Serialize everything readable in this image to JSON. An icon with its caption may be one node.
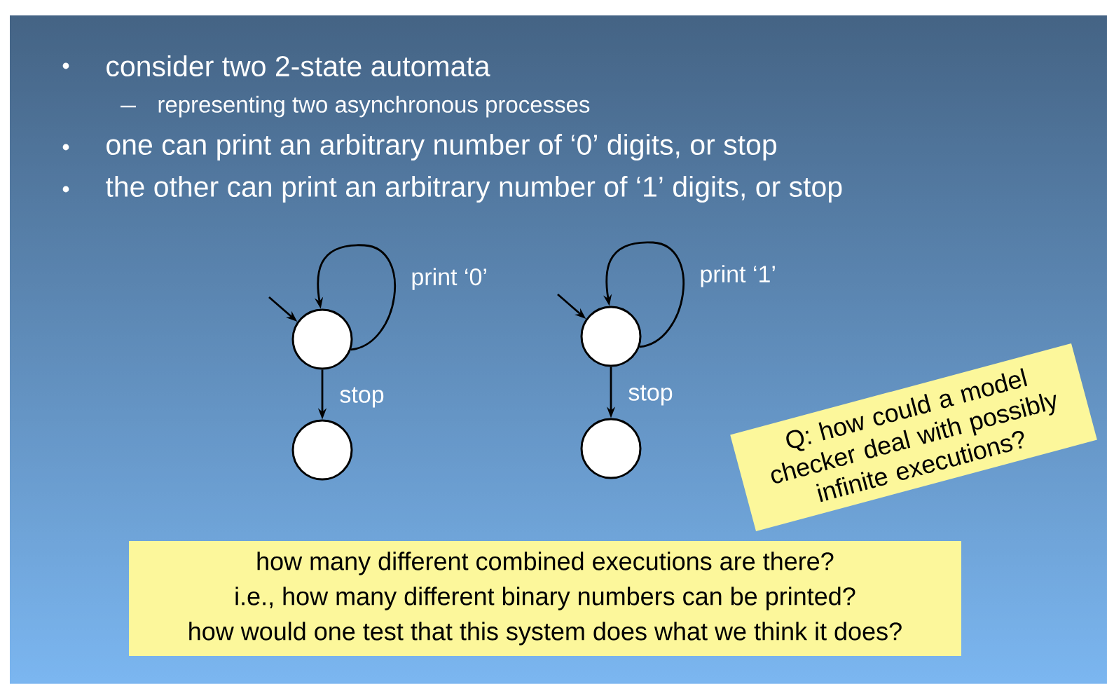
{
  "diagram": {
    "nodes": [
      {
        "text": [],
        "shape": "circle"
      },
      {
        "text": [],
        "shape": "circle"
      },
      {
        "text": [],
        "shape": "circle"
      },
      {
        "text": [],
        "shape": "circle"
      },
      {
        "text": [
          "Q: how could a model checker deal with possibly infinite executions?"
        ]
      },
      {
        "text": [
          "how many different combined executions are there?",
          "i.e., how many different binary numbers can be printed?",
          "how would one test that this system does what we think it does?"
        ]
      }
    ],
    "edges": [
      {
        "from": null,
        "to": 0,
        "arrow": "to"
      },
      {
        "from": 0,
        "to": 0,
        "arrow": "to",
        "label": "print ‘0’"
      },
      {
        "from": 0,
        "to": 1,
        "arrow": "to",
        "label": "stop"
      },
      {
        "from": null,
        "to": 2,
        "arrow": "to"
      },
      {
        "from": 2,
        "to": 2,
        "arrow": "to",
        "label": "print ‘1’"
      },
      {
        "from": 2,
        "to": 3,
        "arrow": "to",
        "label": "stop"
      }
    ],
    "labels": [
      "consider two 2-state automata",
      "representing two asynchronous processes",
      "one can print an arbitrary number of ‘0’ digits, or stop",
      "the other can print an arbitrary number of ‘1’ digits, or stop"
    ]
  }
}
